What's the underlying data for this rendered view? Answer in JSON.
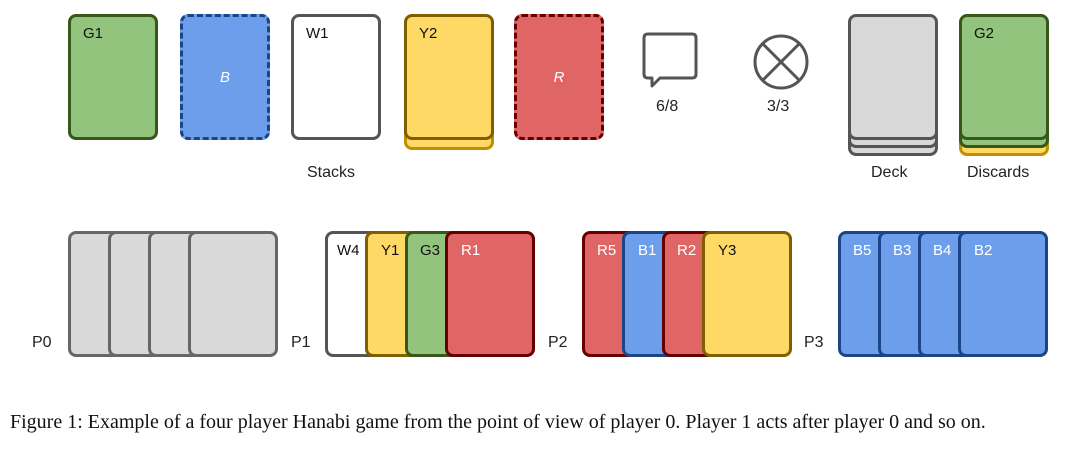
{
  "stacks": {
    "label": "Stacks",
    "cards": [
      {
        "label": "G1",
        "color": "#93c47d"
      },
      {
        "label": "B",
        "color": "#6d9eeb"
      },
      {
        "label": "W1",
        "color": "#ffffff"
      },
      {
        "label": "Y2",
        "color": "#ffd966"
      },
      {
        "label": "R",
        "color": "#e06666"
      }
    ]
  },
  "tokens": {
    "info": {
      "icon": "speech-bubble-icon",
      "value": "6/8"
    },
    "fuse": {
      "icon": "circle-x-icon",
      "value": "3/3"
    }
  },
  "deck": {
    "label": "Deck"
  },
  "discards": {
    "label": "Discards",
    "top_card": "G2"
  },
  "players": [
    {
      "label": "P0",
      "cards": [
        "",
        "",
        "",
        ""
      ]
    },
    {
      "label": "P1",
      "cards": [
        "W4",
        "Y1",
        "G3",
        "R1"
      ]
    },
    {
      "label": "P2",
      "cards": [
        "R5",
        "B1",
        "R2",
        "Y3"
      ]
    },
    {
      "label": "P3",
      "cards": [
        "B5",
        "B3",
        "B4",
        "B2"
      ]
    }
  ],
  "caption": "Figure 1: Example of a four player Hanabi game from the point of view of player 0. Player 1 acts after player 0 and so on."
}
